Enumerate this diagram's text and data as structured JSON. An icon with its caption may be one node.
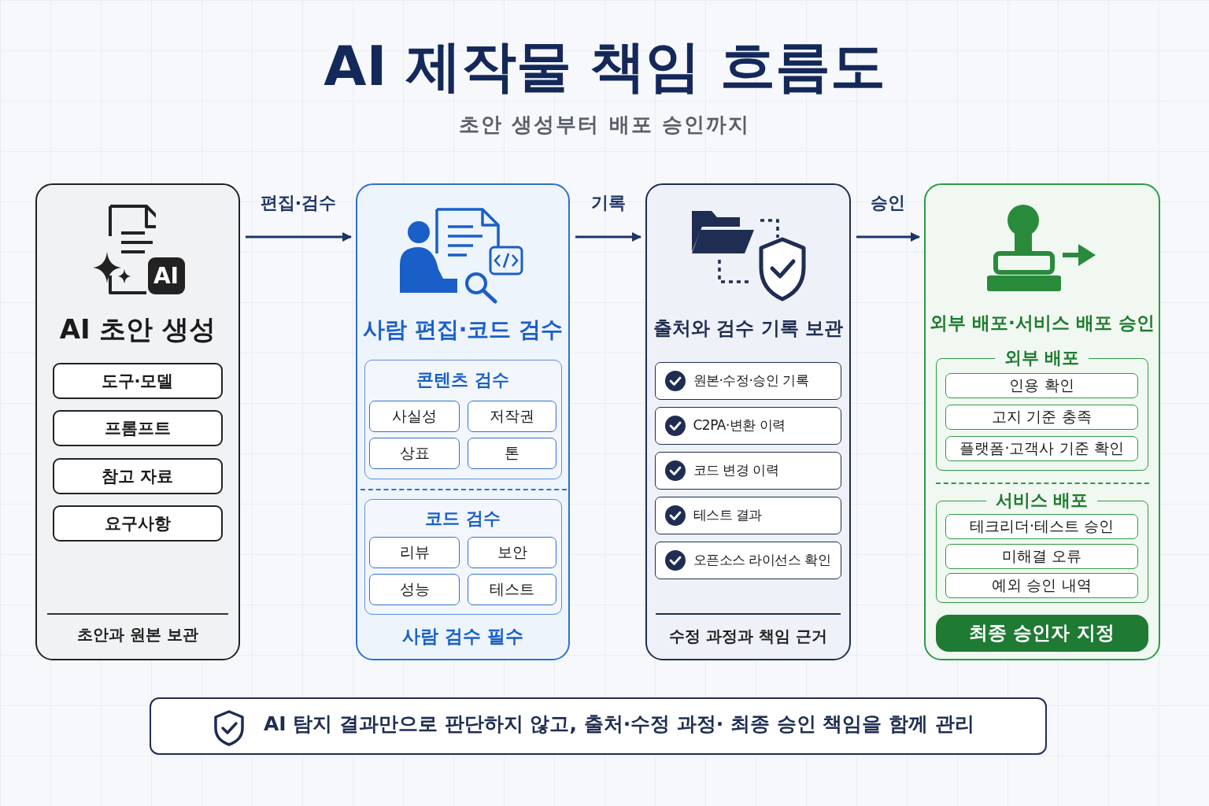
{
  "diagram": {
    "title": "AI 제작물 책임 흐름도",
    "nodes": [
      {
        "text": [
          "AI 초안 생성",
          "초안과 원본 보관"
        ]
      },
      {
        "text": [
          "도구·모델"
        ],
        "in": 0
      },
      {
        "text": [
          "프롬프트"
        ],
        "in": 0
      },
      {
        "text": [
          "참고 자료"
        ],
        "in": 0
      },
      {
        "text": [
          "요구사항"
        ],
        "in": 0
      },
      {
        "text": [
          "사람 편집·코드 검수",
          "사람 검수 필수"
        ]
      },
      {
        "text": [
          "콘텐츠 검수"
        ],
        "in": 5
      },
      {
        "text": [
          "사실성"
        ],
        "in": 6
      },
      {
        "text": [
          "저작권"
        ],
        "in": 6
      },
      {
        "text": [
          "상표"
        ],
        "in": 6
      },
      {
        "text": [
          "톤"
        ],
        "in": 6
      },
      {
        "text": [
          "코드 검수"
        ],
        "in": 5
      },
      {
        "text": [
          "리뷰"
        ],
        "in": 11
      },
      {
        "text": [
          "보안"
        ],
        "in": 11
      },
      {
        "text": [
          "성능"
        ],
        "in": 11
      },
      {
        "text": [
          "테스트"
        ],
        "in": 11
      },
      {
        "text": [
          "출처와 검수 기록 보관",
          "수정 과정과 책임 근거"
        ]
      },
      {
        "text": [
          "원본·수정·승인 기록"
        ],
        "in": 16
      },
      {
        "text": [
          "C2PA·변환 이력"
        ],
        "in": 16
      },
      {
        "text": [
          "코드 변경 이력"
        ],
        "in": 16
      },
      {
        "text": [
          "테스트 결과"
        ],
        "in": 16
      },
      {
        "text": [
          "오픈소스 라이선스 확인"
        ],
        "in": 16
      },
      {
        "text": [
          "외부 배포·서비스 배포 승인"
        ]
      },
      {
        "text": [
          "외부 배포"
        ],
        "in": 22
      },
      {
        "text": [
          "인용 확인"
        ],
        "in": 23
      },
      {
        "text": [
          "고지 기준 충족"
        ],
        "in": 23
      },
      {
        "text": [
          "플랫폼·고객사 기준 확인"
        ],
        "in": 23
      },
      {
        "text": [
          "서비스 배포"
        ],
        "in": 22
      },
      {
        "text": [
          "테크리더·테스트 승인"
        ],
        "in": 27
      },
      {
        "text": [
          "미해결 오류"
        ],
        "in": 27
      },
      {
        "text": [
          "예외 승인 내역"
        ],
        "in": 27
      },
      {
        "text": [
          "최종 승인자 지정"
        ],
        "in": 22
      },
      {
        "text": [
          "AI 탐지 결과만으로 판단하지 않고, 출처·수정 과정· 최종 승인 책임을 함께 관리"
        ]
      }
    ],
    "edges": [
      {
        "from": 0,
        "to": 5,
        "arrow": "to",
        "label": "편집·검수"
      },
      {
        "from": 5,
        "to": 16,
        "arrow": "to",
        "label": "기록"
      },
      {
        "from": 16,
        "to": 22,
        "arrow": "to",
        "label": "승인"
      }
    ],
    "labels": [
      "초안 생성부터 배포 승인까지",
      "AI"
    ]
  }
}
